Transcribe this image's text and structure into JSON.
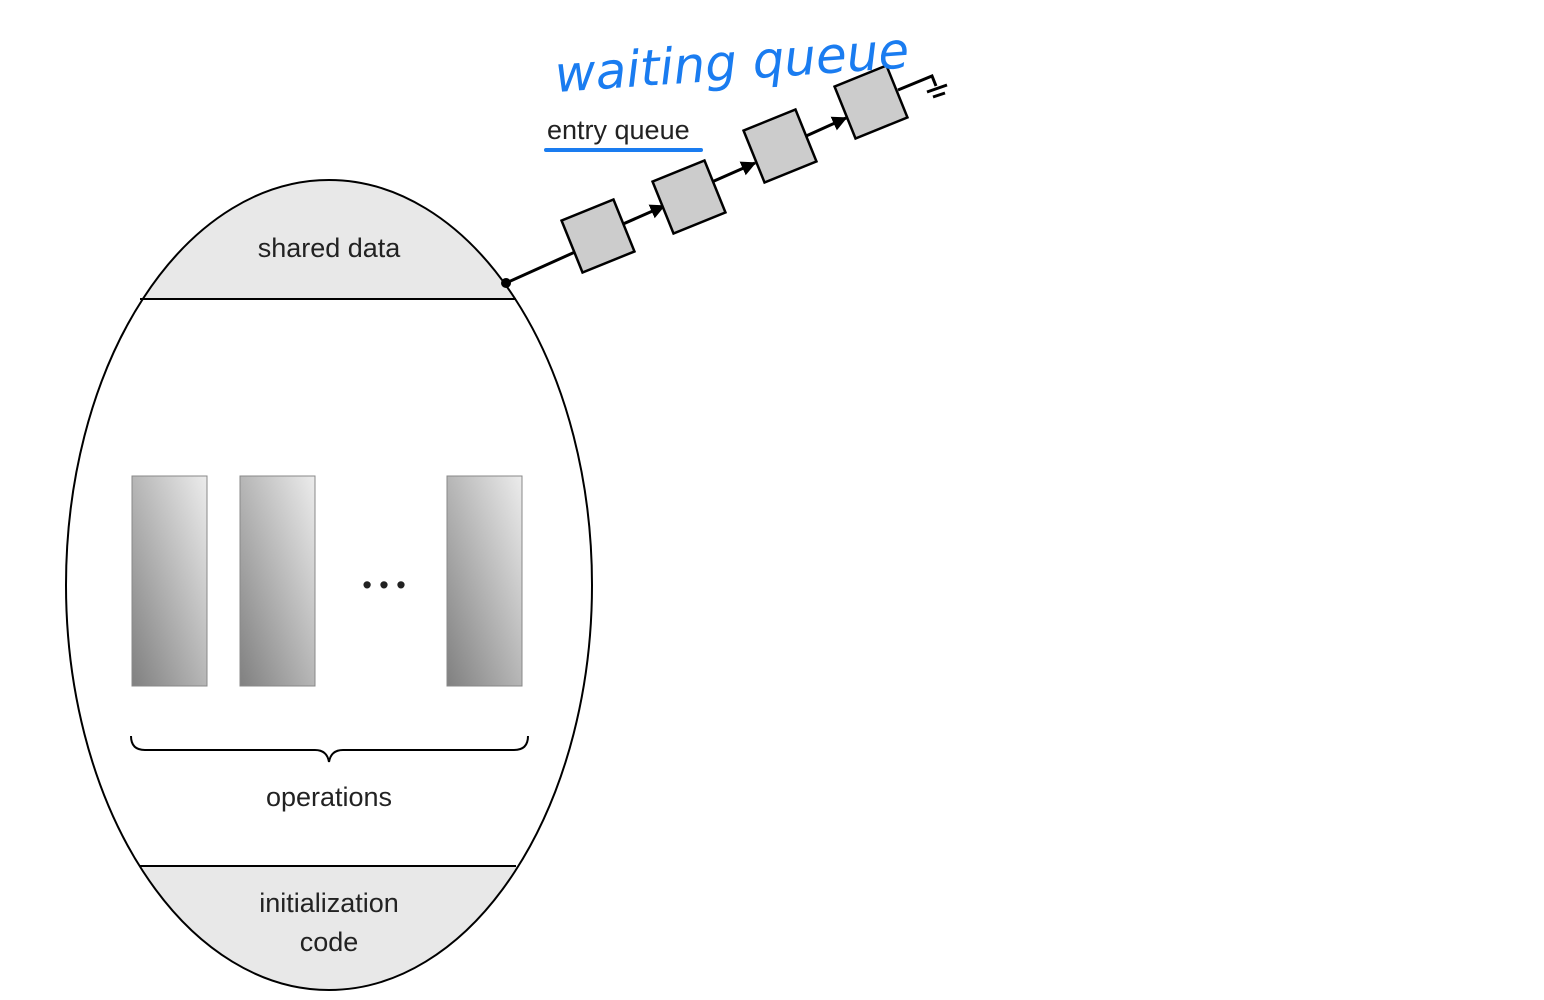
{
  "diagram": {
    "sections": {
      "top": "shared data",
      "middle": "operations",
      "bottom_line1": "initialization",
      "bottom_line2": "code"
    },
    "ellipsis": "• • •",
    "queue_label": "entry queue",
    "annotation": "waiting queue",
    "colors": {
      "annotation": "#1a7cf0",
      "band_fill": "#e8e8e8",
      "queue_box_fill": "#cccccc"
    }
  }
}
